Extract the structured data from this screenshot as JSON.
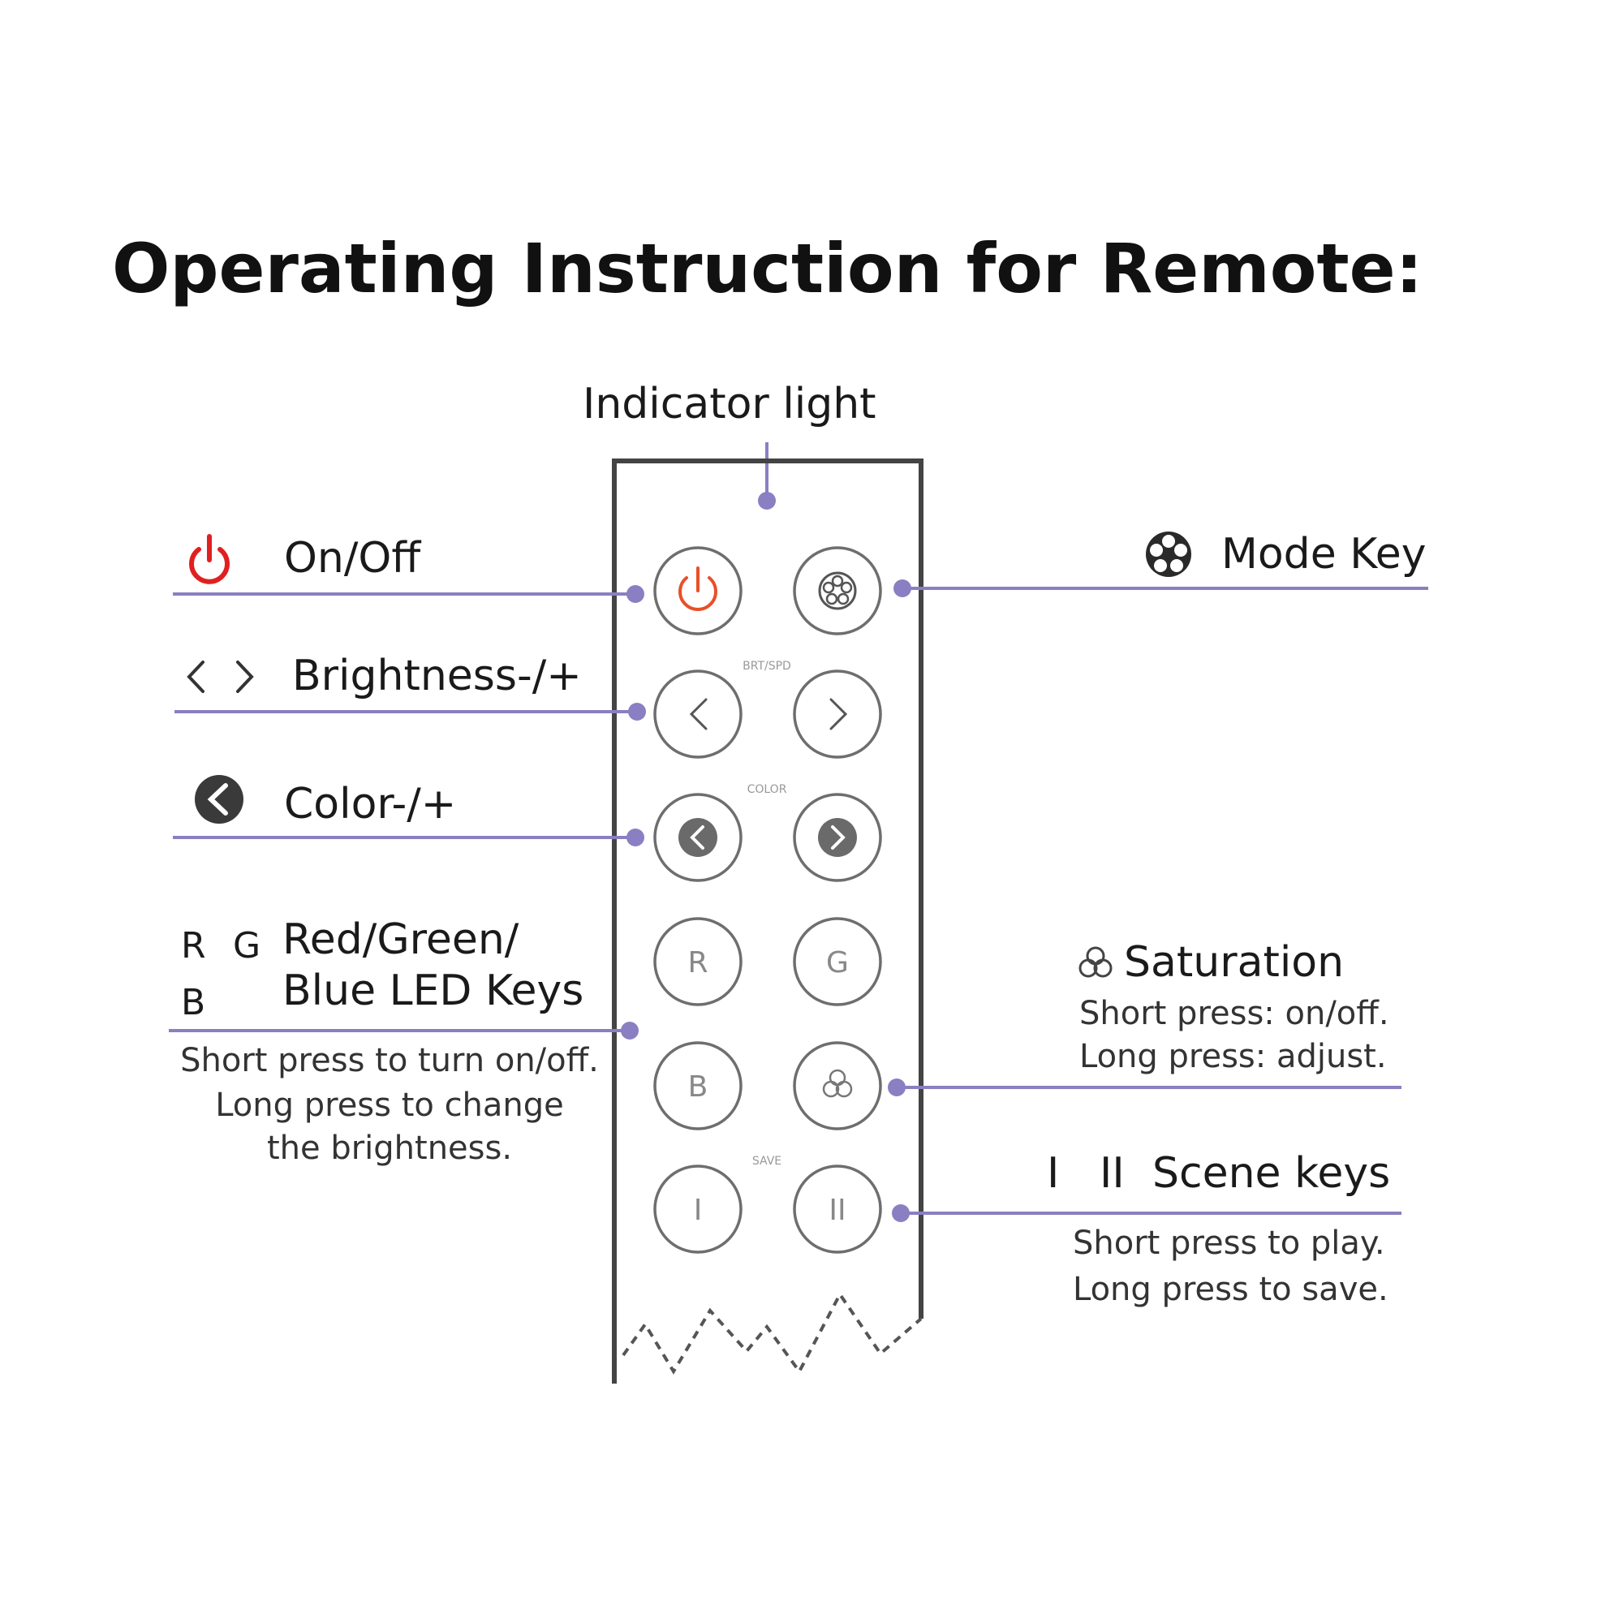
{
  "title": "Operating Instruction for Remote:",
  "labels": {
    "indicator_light": "Indicator light",
    "on_off": "On/Off",
    "mode_key": "Mode Key",
    "brightness": "Brightness-/+",
    "color": "Color-/+",
    "rgb_line1": "Red/Green/",
    "rgb_line2": "Blue LED Keys",
    "rgb_desc": [
      "Short press to turn on/off.",
      "Long press to change",
      "the brightness."
    ],
    "saturation": "Saturation",
    "saturation_desc": [
      "Short press: on/off.",
      "Long press: adjust."
    ],
    "scene_keys": "Scene keys",
    "scene_desc": [
      "Short press to play.",
      "Long press to save."
    ]
  },
  "legend_glyphs": {
    "rgb_r": "R",
    "rgb_g": "G",
    "rgb_b": "B",
    "scene_1": "I",
    "scene_2": "II"
  },
  "remote": {
    "section_labels": {
      "brt_spd": "BRT/SPD",
      "color": "COLOR",
      "save": "SAVE"
    },
    "buttons": {
      "r": "R",
      "g": "G",
      "b": "B",
      "scene1": "I",
      "scene2": "II"
    }
  },
  "icons": [
    "power-icon",
    "mode-icon",
    "chevron-left-icon",
    "chevron-right-icon",
    "color-left-icon",
    "color-right-icon",
    "saturation-icon"
  ],
  "colors": {
    "accent_line": "#8a7fc2",
    "power_red": "#e02020",
    "text": "#1a1a1a"
  }
}
